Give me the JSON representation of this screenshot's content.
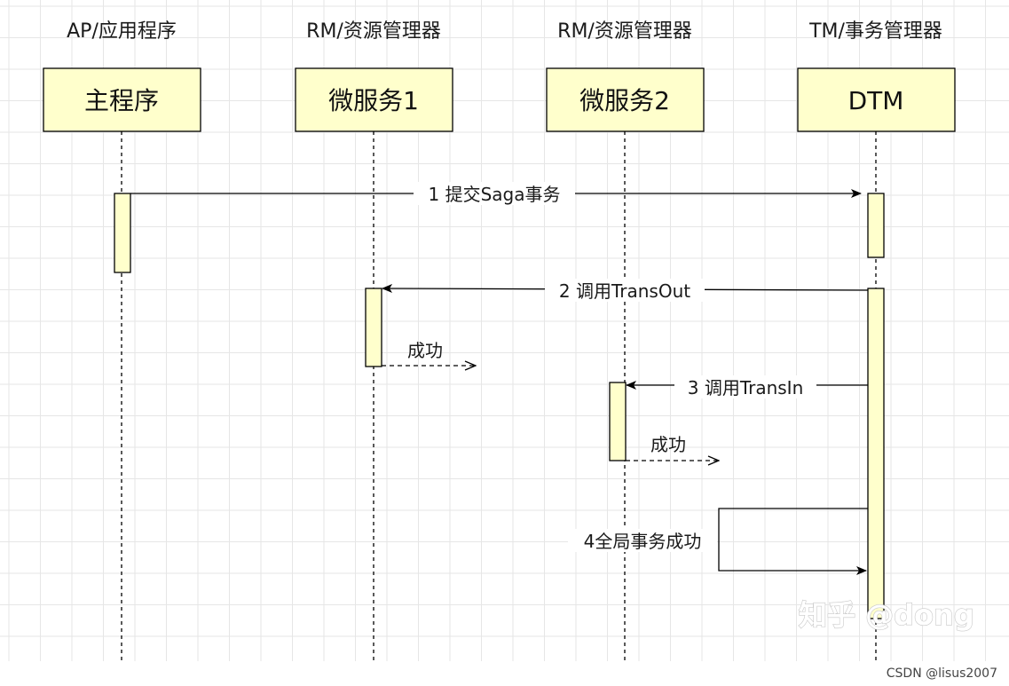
{
  "participants": [
    {
      "role": "AP/应用程序",
      "name": "主程序"
    },
    {
      "role": "RM/资源管理器",
      "name": "微服务1"
    },
    {
      "role": "RM/资源管理器",
      "name": "微服务2"
    },
    {
      "role": "TM/事务管理器",
      "name": "DTM"
    }
  ],
  "messages": {
    "submit": "1 提交Saga事务",
    "trans_out": "2 调用TransOut",
    "success_1": "成功",
    "trans_in": "3 调用TransIn",
    "success_2": "成功",
    "global_success": "4全局事务成功"
  },
  "watermark": {
    "zhihu": "知乎 @dong",
    "csdn": "CSDN @lisus2007"
  },
  "colors": {
    "box_fill": "#ffffcc",
    "box_stroke": "#000000",
    "grid": "#e6e6e6"
  }
}
